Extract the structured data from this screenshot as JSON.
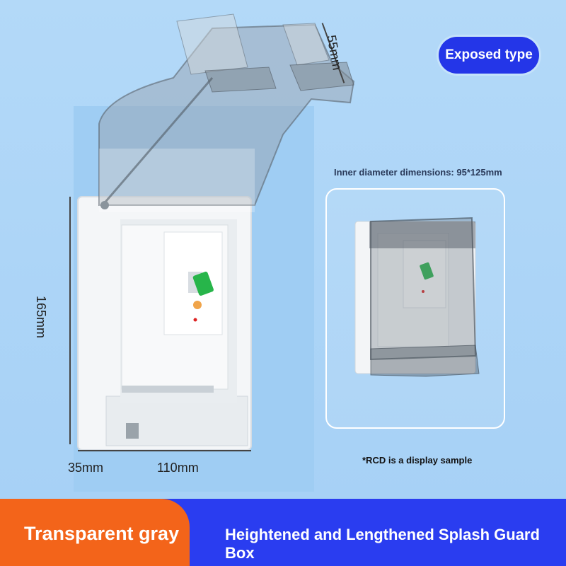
{
  "badge": {
    "label": "Exposed type"
  },
  "dimensions": {
    "height": "165mm",
    "depth": "35mm",
    "width": "110mm",
    "lid_depth": "55mm",
    "inner": "Inner diameter dimensions: 95*125mm"
  },
  "note": "*RCD is a display sample",
  "footer": {
    "color_label": "Transparent gray",
    "product_label": "Heightened and Lengthened Splash Guard Box"
  },
  "colors": {
    "background": "#a9d4f7",
    "badge": "#2436e8",
    "footer_left": "#f3641a",
    "footer_right": "#2a3df0",
    "switch_green": "#27b54a"
  }
}
